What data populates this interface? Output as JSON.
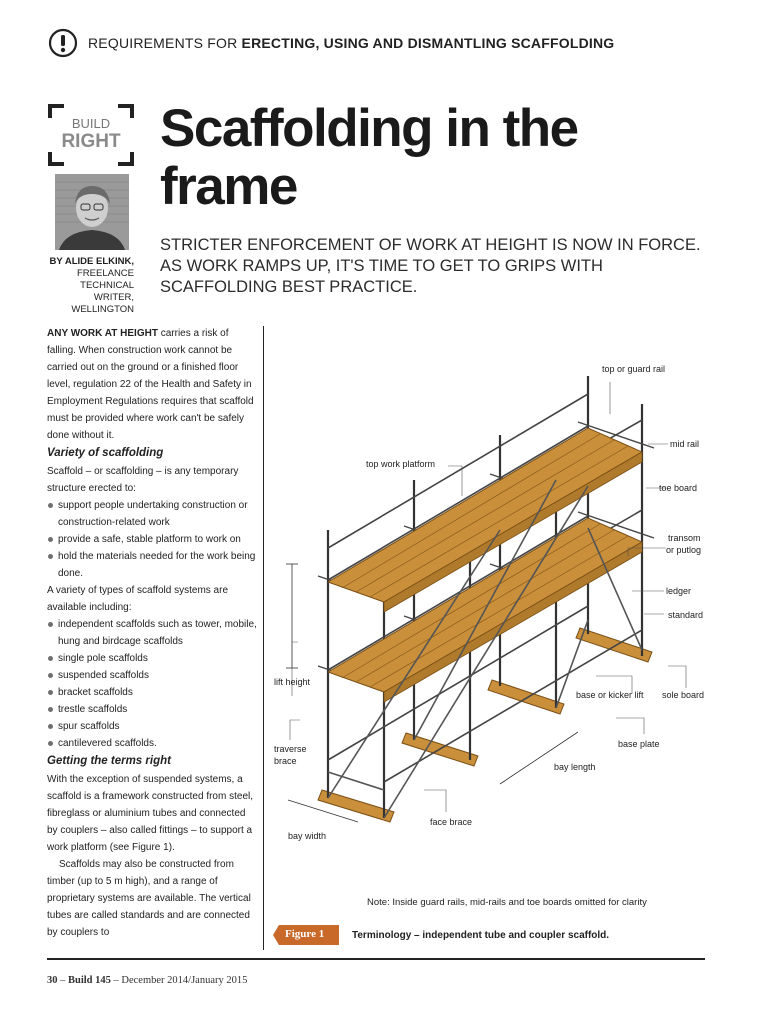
{
  "header": {
    "prefix": "REQUIREMENTS FOR",
    "bold": "ERECTING, USING AND DISMANTLING SCAFFOLDING",
    "icon": "alert-icon"
  },
  "badge": {
    "top": "BUILD",
    "main": "RIGHT"
  },
  "title_line1": "Scaffolding in the",
  "title_line2": "frame",
  "subtitle": "STRICTER ENFORCEMENT OF WORK AT HEIGHT IS NOW IN FORCE. AS WORK RAMPS UP, IT'S TIME TO GET TO GRIPS WITH SCAFFOLDING BEST PRACTICE.",
  "author": {
    "name": "BY ALIDE ELKINK,",
    "role1": "FREELANCE TECHNICAL",
    "role2": "WRITER, WELLINGTON"
  },
  "body": {
    "lead": "ANY WORK AT HEIGHT",
    "intro": " carries a risk of falling. When construction work cannot be carried out on the ground or a finished floor level, regulation 22 of the Health and Safety in Employment Regulations requires that scaffold must be provided where work can't be safely done without it.",
    "section1_heading": "Variety of scaffolding",
    "section1_intro": "Scaffold – or scaffolding – is any temporary structure erected to:",
    "section1_bullets": [
      "support people undertaking construction or construction-related work",
      "provide a safe, stable platform to work on",
      "hold the materials needed for the work being done."
    ],
    "section1_text2": "A variety of types of scaffold systems are available including:",
    "section1_bullets2": [
      "independent scaffolds such as tower, mobile, hung and birdcage scaffolds",
      "single pole scaffolds",
      "suspended scaffolds",
      "bracket scaffolds",
      "trestle scaffolds",
      "spur scaffolds",
      "cantilevered scaffolds."
    ],
    "section2_heading": "Getting the terms right",
    "section2_p1": "With the exception of suspended systems, a scaffold is a framework constructed from steel, fibreglass or aluminium tubes and connected by couplers – also called fittings – to support a work platform (see Figure 1).",
    "section2_p2": "Scaffolds may also be constructed from timber (up to 5 m high), and a range of proprietary systems are available. The vertical tubes are called standards and are connected by couplers to"
  },
  "figure": {
    "labels": {
      "top_guard_rail": "top or guard rail",
      "mid_rail": "mid rail",
      "toe_board": "toe board",
      "transom_1": "transom",
      "transom_2": "or putlog",
      "ledger": "ledger",
      "standard": "standard",
      "top_work_platform": "top work platform",
      "lift_height": "lift height",
      "base_or_kicker_lift": "base or kicker lift",
      "sole_board": "sole board",
      "base_plate": "base plate",
      "traverse_1": "traverse",
      "traverse_2": "brace",
      "bay_length": "bay length",
      "face_brace": "face brace",
      "bay_width": "bay width"
    },
    "note": "Note: Inside guard rails, mid-rails and toe boards omitted for clarity",
    "tag": "Figure 1",
    "caption": "Terminology – independent tube and coupler scaffold."
  },
  "footer": {
    "page": "30",
    "sep1": " – ",
    "mag": "Build 145",
    "sep2": " – ",
    "date": "December 2014/January 2015"
  },
  "colors": {
    "timber": "#c98f3a",
    "timber_edge": "#7a4f15",
    "tag": "#c8692a",
    "badge_frame": "#222222"
  }
}
